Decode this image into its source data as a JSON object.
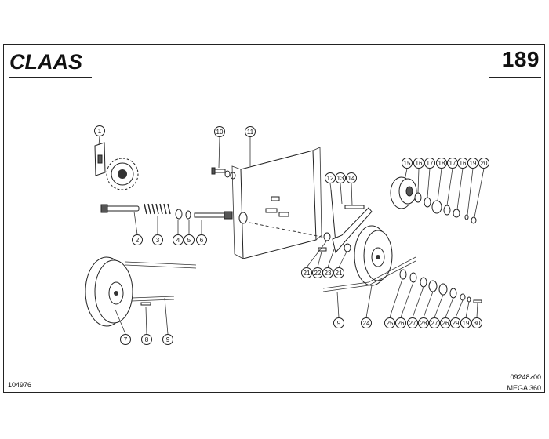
{
  "header": {
    "brand": "CLAAS",
    "page_number": "189"
  },
  "footer": {
    "doc_number": "104976",
    "drawing_code": "09248z00",
    "model": "MEGA 360"
  },
  "callouts": [
    "1",
    "2",
    "3",
    "4",
    "5",
    "6",
    "7",
    "8",
    "9",
    "9",
    "10",
    "11",
    "12",
    "13",
    "14",
    "15",
    "16",
    "17",
    "18",
    "17",
    "16",
    "19",
    "20",
    "21",
    "22",
    "23",
    "21",
    "24",
    "25",
    "26",
    "27",
    "28",
    "27",
    "26",
    "29",
    "19",
    "30"
  ]
}
